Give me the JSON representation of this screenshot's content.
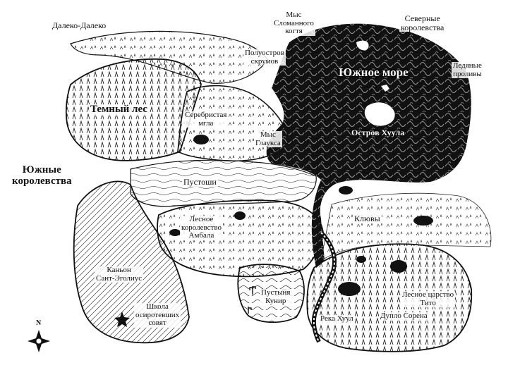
{
  "map": {
    "labels": {
      "far_far": "Далеко-Далеко",
      "broken_claw": "Мыс\nСломанного\nкогтя",
      "northern_kingdoms": "Северные\nкоролевства",
      "skrum_peninsula": "Полуостров\nскрумов",
      "southern_sea": "Южное море",
      "ice_straits": "Ледяные\nпроливы",
      "dark_forest": "Темный лес",
      "silver_mist": "Серебристая\nмгла",
      "glaucus_cape": "Мыс\nГлаукса",
      "hoole_island": "Остров Хуула",
      "southern_kingdoms": "Южные\nкоролевства",
      "wastelands": "Пустоши",
      "beaks": "Клювы",
      "ambala_forest": "Лесное\nкоролевство\nАмбала",
      "canyon": "Каньон\nСант-Эголиус",
      "kunir_desert": "Пустыня\nКунир",
      "tito_forest": "Лесное царство\nТито",
      "orphan_school": "Школа\nосиротевших\nсовят",
      "hoole_river": "Река Хуул",
      "soren_hollow": "Дупло Сорена"
    },
    "compass_letter": "N",
    "colors": {
      "ink": "#111111",
      "sea": "#111111",
      "paper": "#ffffff"
    }
  }
}
